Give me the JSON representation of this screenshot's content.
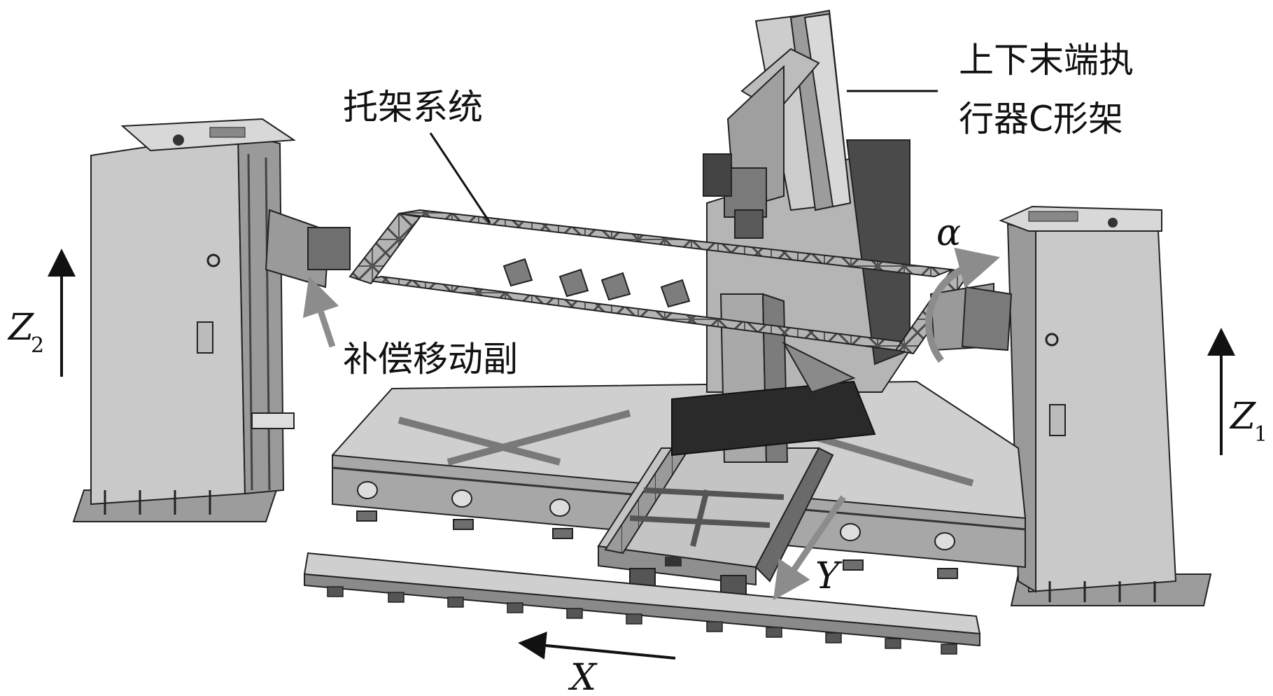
{
  "labels": {
    "bracket_system": "托架系统",
    "c_frame_line1": "上下末端执",
    "c_frame_line2": "行器C形架",
    "compensation_pair": "补偿移动副"
  },
  "axes": {
    "z2": "Z",
    "z2_sub": "2",
    "z1": "Z",
    "z1_sub": "1",
    "alpha": "α",
    "y": "Y",
    "x": "X"
  },
  "colors": {
    "ink": "#111111",
    "metal_light": "#c8c8c8",
    "metal_mid": "#a8a8a8",
    "metal_dark": "#6e6e6e",
    "metal_black": "#2a2a2a",
    "arrow_gray": "#8c8c8c"
  }
}
